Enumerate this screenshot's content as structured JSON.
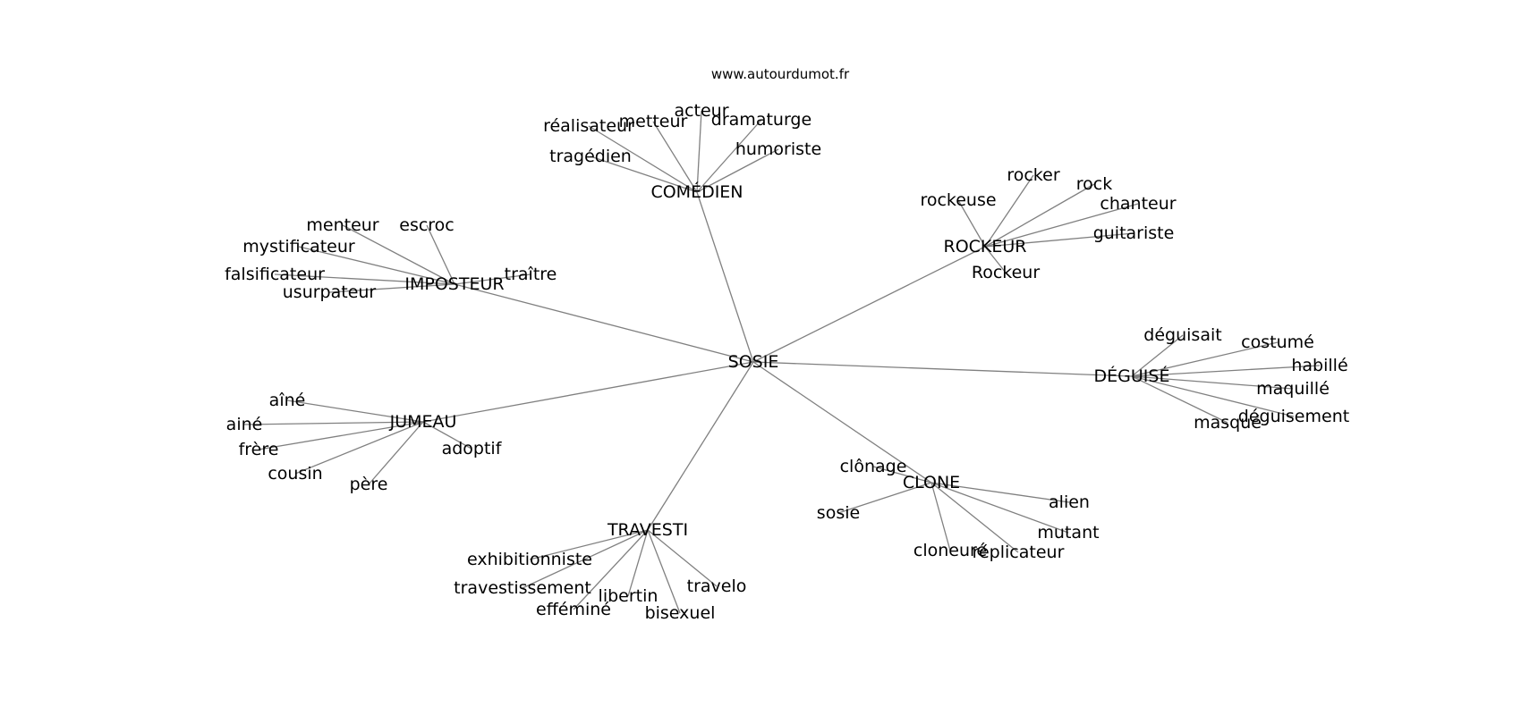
{
  "graph": {
    "source": "www.autourdumot.fr",
    "edge_color": "#808080",
    "text_color": "#000000",
    "root": "SOSIE",
    "nodes": [
      "SOSIE",
      "COMÉDIEN",
      "réalisateur",
      "metteur",
      "acteur",
      "dramaturge",
      "tragédien",
      "humoriste",
      "IMPOSTEUR",
      "menteur",
      "escroc",
      "mystificateur",
      "falsificateur",
      "usurpateur",
      "traître",
      "ROCKEUR",
      "rocker",
      "rock",
      "rockeuse",
      "chanteur",
      "guitariste",
      "Rockeur",
      "DÉGUISÉ",
      "déguisait",
      "costumé",
      "habillé",
      "maquillé",
      "déguisement",
      "masqué",
      "JUMEAU",
      "aîné",
      "ainé",
      "frère",
      "cousin",
      "père",
      "adoptif",
      "CLONE",
      "clônage",
      "sosie",
      "alien",
      "mutant",
      "cloneuré",
      "réplicateur",
      "TRAVESTI",
      "exhibitionniste",
      "travestissement",
      "efféminé",
      "libertin",
      "bisexuel",
      "travelo"
    ],
    "edges": [
      [
        "SOSIE",
        "COMÉDIEN"
      ],
      [
        "SOSIE",
        "IMPOSTEUR"
      ],
      [
        "SOSIE",
        "ROCKEUR"
      ],
      [
        "SOSIE",
        "DÉGUISÉ"
      ],
      [
        "SOSIE",
        "JUMEAU"
      ],
      [
        "SOSIE",
        "CLONE"
      ],
      [
        "SOSIE",
        "TRAVESTI"
      ],
      [
        "COMÉDIEN",
        "réalisateur"
      ],
      [
        "COMÉDIEN",
        "metteur"
      ],
      [
        "COMÉDIEN",
        "acteur"
      ],
      [
        "COMÉDIEN",
        "dramaturge"
      ],
      [
        "COMÉDIEN",
        "tragédien"
      ],
      [
        "COMÉDIEN",
        "humoriste"
      ],
      [
        "IMPOSTEUR",
        "menteur"
      ],
      [
        "IMPOSTEUR",
        "escroc"
      ],
      [
        "IMPOSTEUR",
        "mystificateur"
      ],
      [
        "IMPOSTEUR",
        "falsificateur"
      ],
      [
        "IMPOSTEUR",
        "usurpateur"
      ],
      [
        "IMPOSTEUR",
        "traître"
      ],
      [
        "ROCKEUR",
        "rocker"
      ],
      [
        "ROCKEUR",
        "rock"
      ],
      [
        "ROCKEUR",
        "rockeuse"
      ],
      [
        "ROCKEUR",
        "chanteur"
      ],
      [
        "ROCKEUR",
        "guitariste"
      ],
      [
        "ROCKEUR",
        "Rockeur"
      ],
      [
        "DÉGUISÉ",
        "déguisait"
      ],
      [
        "DÉGUISÉ",
        "costumé"
      ],
      [
        "DÉGUISÉ",
        "habillé"
      ],
      [
        "DÉGUISÉ",
        "maquillé"
      ],
      [
        "DÉGUISÉ",
        "déguisement"
      ],
      [
        "DÉGUISÉ",
        "masqué"
      ],
      [
        "JUMEAU",
        "aîné"
      ],
      [
        "JUMEAU",
        "ainé"
      ],
      [
        "JUMEAU",
        "frère"
      ],
      [
        "JUMEAU",
        "cousin"
      ],
      [
        "JUMEAU",
        "père"
      ],
      [
        "JUMEAU",
        "adoptif"
      ],
      [
        "CLONE",
        "clônage"
      ],
      [
        "CLONE",
        "sosie"
      ],
      [
        "CLONE",
        "alien"
      ],
      [
        "CLONE",
        "mutant"
      ],
      [
        "CLONE",
        "cloneuré"
      ],
      [
        "CLONE",
        "réplicateur"
      ],
      [
        "TRAVESTI",
        "exhibitionniste"
      ],
      [
        "TRAVESTI",
        "travestissement"
      ],
      [
        "TRAVESTI",
        "efféminé"
      ],
      [
        "TRAVESTI",
        "libertin"
      ],
      [
        "TRAVESTI",
        "bisexuel"
      ],
      [
        "TRAVESTI",
        "travelo"
      ]
    ]
  }
}
